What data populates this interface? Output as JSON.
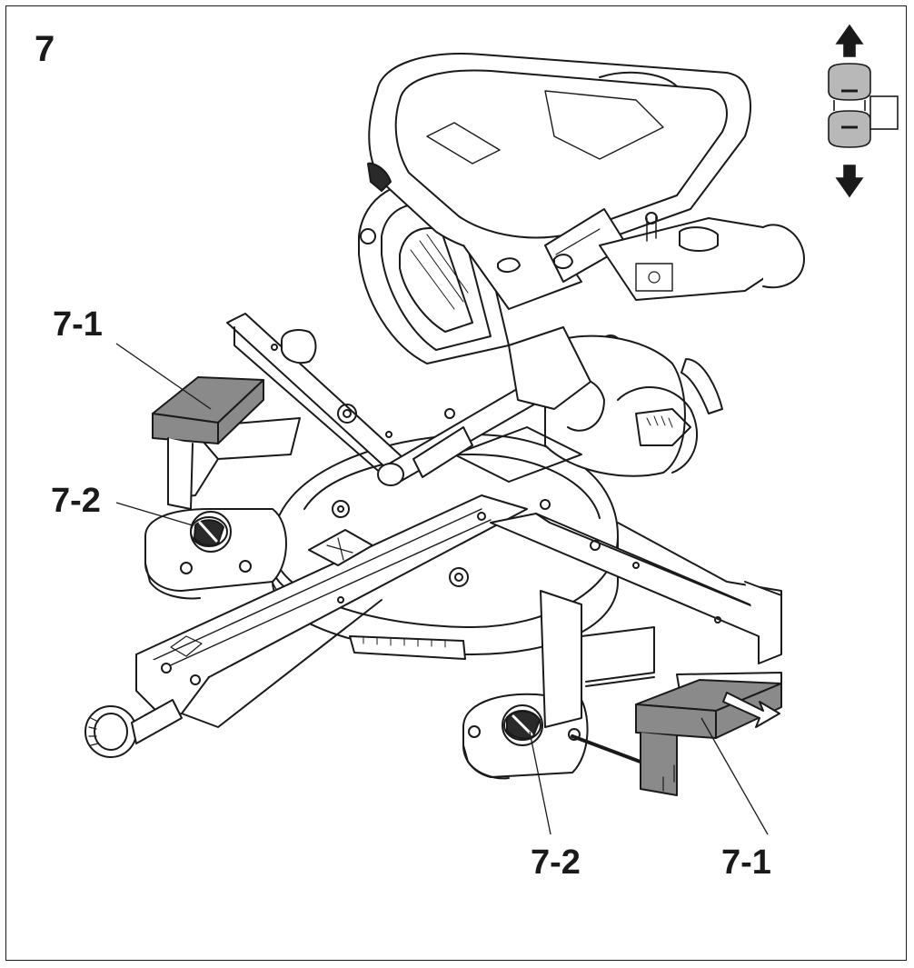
{
  "figure": {
    "number": "7",
    "callouts": [
      {
        "id": "7-1-left",
        "text": "7-1"
      },
      {
        "id": "7-2-left",
        "text": "7-2"
      },
      {
        "id": "7-2-bottom",
        "text": "7-2"
      },
      {
        "id": "7-1-bottom",
        "text": "7-1"
      }
    ]
  },
  "colors": {
    "line": "#1a1a1a",
    "highlight_gray": "#8a8a8a",
    "light_gray": "#c8c8c8",
    "background": "#ffffff"
  },
  "icons": {
    "slide_indicator": "up-down-arrow-slide-icon"
  }
}
